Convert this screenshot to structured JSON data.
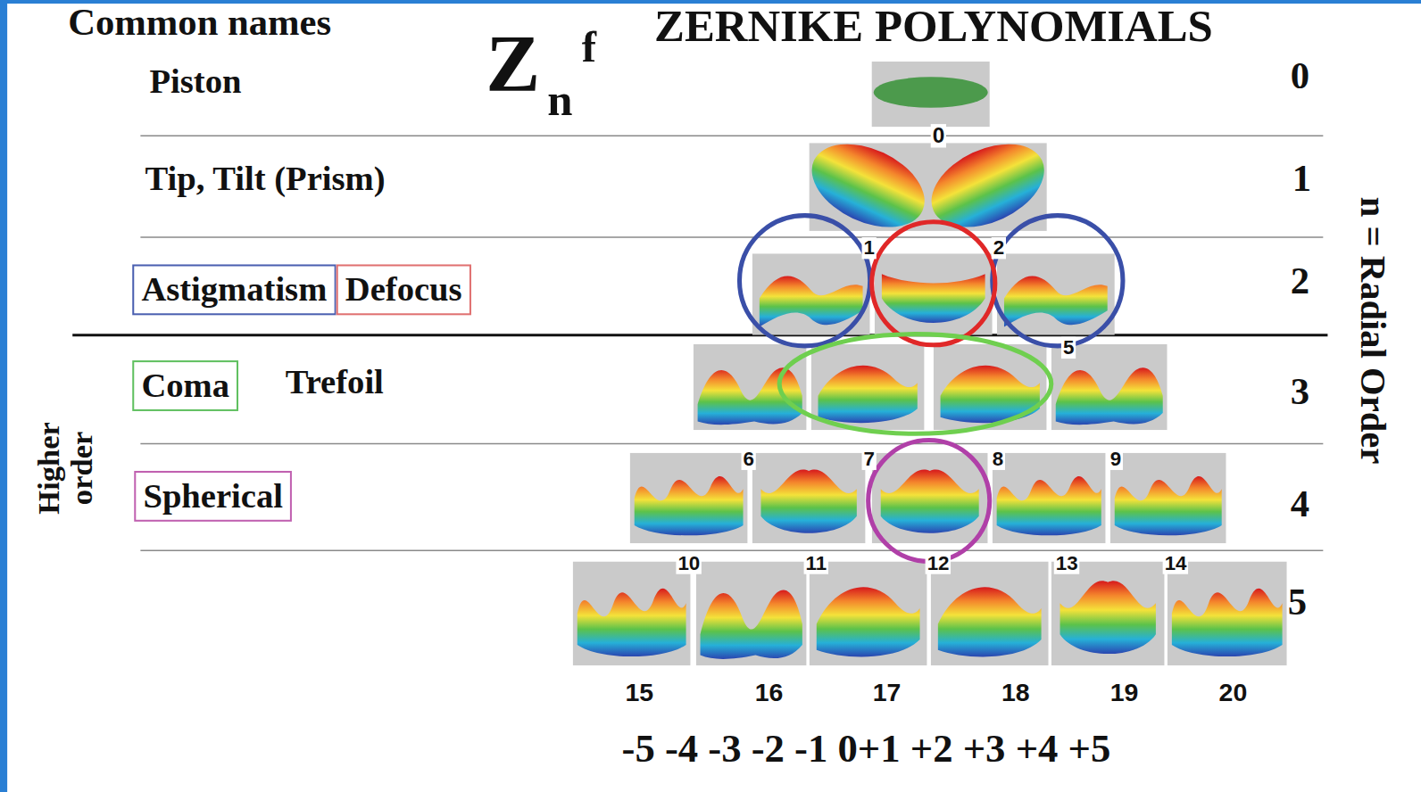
{
  "diagram": {
    "title": "ZERNIKE POLYNOMIALS",
    "nodes": [
      {
        "text": [
          "Astigmatism"
        ]
      },
      {
        "text": [
          "Defocus"
        ]
      },
      {
        "text": [
          "Coma"
        ]
      },
      {
        "text": [
          "Spherical"
        ]
      }
    ],
    "labels": [
      "Common names",
      "Z",
      "f",
      "n",
      "Piston",
      "0",
      "0",
      "Tip, Tilt (Prism)",
      "1",
      "1",
      "2",
      "2",
      "Trefoil",
      "5",
      "3",
      "Higher order",
      "6",
      "7",
      "8",
      "9",
      "4",
      "n = Radial Order",
      "10",
      "11",
      "12",
      "13",
      "14",
      "5",
      "15",
      "16",
      "17",
      "18",
      "19",
      "20",
      "-5 -4 -3 -2 -1 0+1 +2 +3 +4 +5"
    ]
  }
}
